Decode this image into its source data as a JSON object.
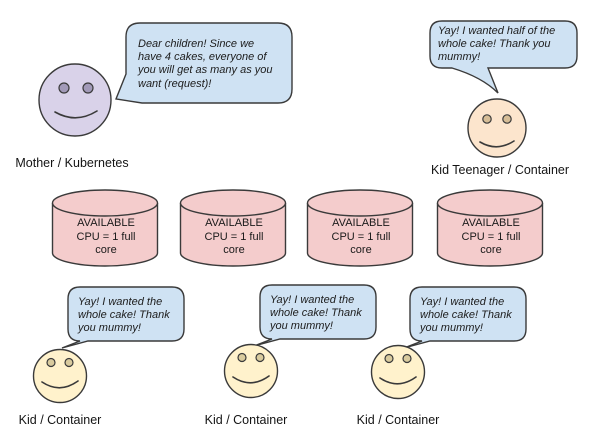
{
  "palette": {
    "speech_bubble_fill": "#cfe2f3",
    "cylinder_fill": "#f4cccc",
    "mother_face_fill": "#d9d2e9",
    "teen_face_fill": "#fce5cd",
    "kid_face_fill": "#fff2cc",
    "outline": "#3a3a3a"
  },
  "mother": {
    "label": "Mother / Kubernetes",
    "speech": "Dear children! Since we\nhave 4 cakes, everyone of\nyou will get as many as you\nwant (request)!"
  },
  "teen": {
    "label": "Kid Teenager / Container",
    "speech": "Yay! I wanted half of the\nwhole cake! Thank you\nmummy!"
  },
  "cylinders": [
    {
      "text": "AVAILABLE\nCPU = 1 full\ncore"
    },
    {
      "text": "AVAILABLE\nCPU = 1 full\ncore"
    },
    {
      "text": "AVAILABLE\nCPU = 1 full\ncore"
    },
    {
      "text": "AVAILABLE\nCPU = 1 full\ncore"
    }
  ],
  "kids": [
    {
      "label": "Kid / Container",
      "speech": "Yay! I wanted the\nwhole cake! Thank\nyou mummy!"
    },
    {
      "label": "Kid / Container",
      "speech": "Yay! I wanted the\nwhole cake! Thank\nyou mummy!"
    },
    {
      "label": "Kid / Container",
      "speech": "Yay! I wanted the\nwhole cake! Thank\nyou mummy!"
    }
  ]
}
